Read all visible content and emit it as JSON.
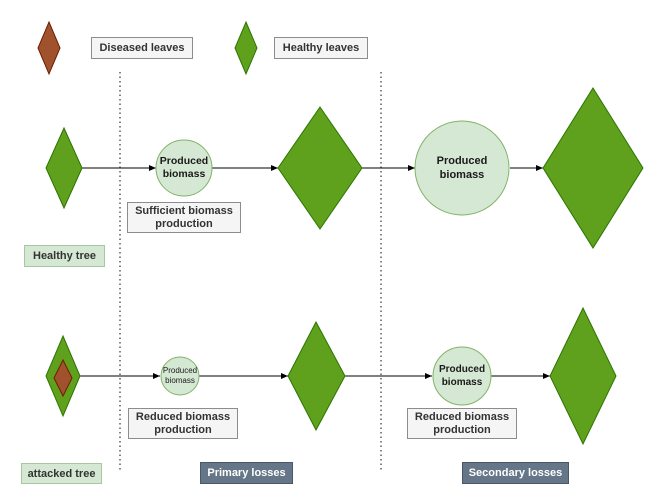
{
  "legend": {
    "diseased_label": "Diseased leaves",
    "healthy_label": "Healthy leaves"
  },
  "rows": {
    "healthy": {
      "row_label": "Healthy tree",
      "circle1_text": "Produced biomass",
      "circle2_text": "Produced biomass",
      "caption1": "Sufficient biomass production"
    },
    "attacked": {
      "row_label": "attacked tree",
      "circle1_text": "Produced biomass",
      "circle2_text": "Produced biomass",
      "caption1": "Reduced biomass production",
      "caption2": "Reduced biomass production"
    }
  },
  "zones": {
    "primary": "Primary losses",
    "secondary": "Secondary losses"
  },
  "colors": {
    "leaf_green": "#5fa01c",
    "leaf_green_stroke": "#2d7600",
    "leaf_brown": "#a0522d",
    "leaf_brown_stroke": "#6d1f00",
    "circle_fill": "#d5e8d4",
    "circle_stroke": "#82b366"
  }
}
